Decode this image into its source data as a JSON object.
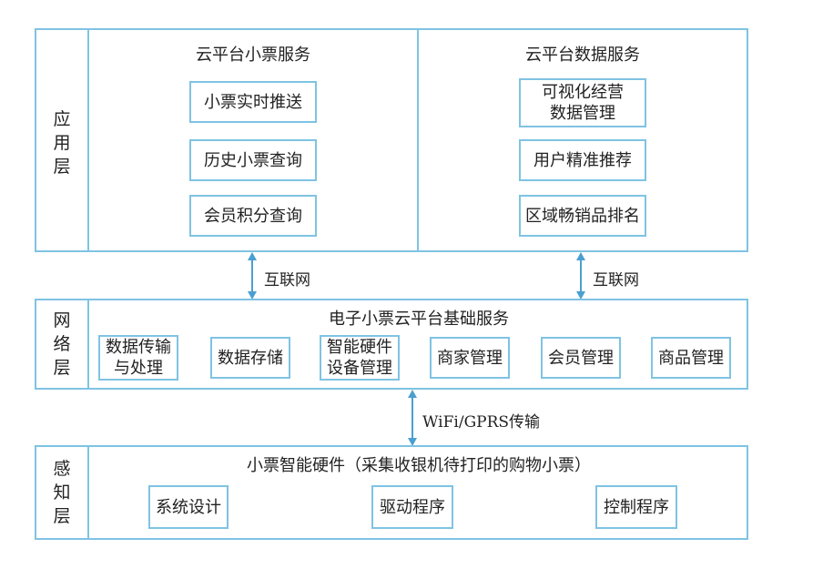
{
  "app_layer": {
    "label": "应用层",
    "left": {
      "title": "云平台小票服务",
      "items": [
        "小票实时推送",
        "历史小票查询",
        "会员积分查询"
      ]
    },
    "right": {
      "title": "云平台数据服务",
      "items": [
        "可视化经营\n数据管理",
        "用户精准推荐",
        "区域畅销品排名"
      ]
    }
  },
  "connectors": {
    "internet_left": "互联网",
    "internet_right": "互联网",
    "wifi_gprs": "WiFi/GPRS传输"
  },
  "network_layer": {
    "label": "网络层",
    "title": "电子小票云平台基础服务",
    "items": [
      "数据传输\n与处理",
      "数据存储",
      "智能硬件\n设备管理",
      "商家管理",
      "会员管理",
      "商品管理"
    ]
  },
  "sensing_layer": {
    "label": "感知层",
    "title": "小票智能硬件（采集收银机待打印的购物小票）",
    "items": [
      "系统设计",
      "驱动程序",
      "控制程序"
    ]
  },
  "colors": {
    "border": "#7fc3e3",
    "arrow": "#4a9fd0"
  }
}
